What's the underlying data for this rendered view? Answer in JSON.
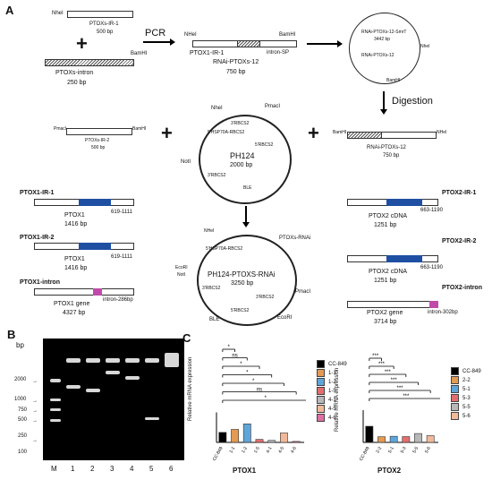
{
  "panels": {
    "a": "A",
    "b": "B",
    "c": "C"
  },
  "constructs": {
    "ptox_ir1": {
      "name": "PTOXs-IR-1",
      "size": "500 bp",
      "site": "NheI"
    },
    "ptox_intron": {
      "name": "PTOXs-intron",
      "size": "250 bp",
      "site": "BamHI"
    },
    "pcr": "PCR",
    "rnai12": {
      "name": "RNAi-PTOXs-12",
      "size": "750 bp",
      "left_site": "NHeI",
      "right_site": "BamHI",
      "part1": "PTOX1-IR-1",
      "part2": "intron-SP"
    },
    "smt": {
      "name": "RNAi-PTOXs-12-SmrT",
      "size": "3442 bp",
      "insert": "RNAi-PTOXs-12",
      "site1": "NheI",
      "site2": "BamHI"
    },
    "digestion": "Digestion",
    "ptox_ir2": {
      "name": "PTOXs-IR-2",
      "size": "500 bp",
      "left_site": "PmacI",
      "right_site": "BamHI"
    },
    "ph124": {
      "name": "PH124",
      "size": "2000 bp",
      "labels": [
        "PmacI",
        "NheI",
        "3'RBCS2",
        "5'HSP70A-RBCS2",
        "5'RBCS2",
        "NotI",
        "3'RBCS2",
        "BLE"
      ]
    },
    "rnai12b": {
      "name": "RNAi-PTOXs-12",
      "size": "750 bp",
      "left_site": "BamHI",
      "right_site": "NHeI"
    },
    "final": {
      "name": "PH124-PTOXS-RNAi",
      "size": "3250 bp",
      "labels": [
        "NHeI",
        "5'HSP70A-RBCS2",
        "EcoRI",
        "NotI",
        "3'RBCS2",
        "BLE",
        "5'RBCS2",
        "PTOXs-RNAi",
        "3'RBCS2",
        "PmacI",
        "EcoRI"
      ]
    }
  },
  "ptox1_panels": [
    {
      "title": "PTOX1-IR-1",
      "gene": "PTOX1",
      "size": "1416 bp",
      "range": "619-1111"
    },
    {
      "title": "PTOX1-IR-2",
      "gene": "PTOX1",
      "size": "1416 bp",
      "range": "619-1111"
    },
    {
      "title": "PTOX1-intron",
      "gene": "PTOX1 gene",
      "size": "4327 bp",
      "range": "intron-286bp"
    }
  ],
  "ptox2_panels": [
    {
      "title": "PTOX2-IR-1",
      "gene": "PTOX2 cDNA",
      "size": "1251 bp",
      "range": "663-1190"
    },
    {
      "title": "PTOX2-IR-2",
      "gene": "PTOX2 cDNA",
      "size": "1251 bp",
      "range": "663-1190"
    },
    {
      "title": "PTOX2-intron",
      "gene": "PTOX2 gene",
      "size": "3714 bp",
      "range": "intron-302bp"
    }
  ],
  "gel": {
    "unit": "bp",
    "markers": [
      "2000",
      "1000",
      "750",
      "500",
      "250",
      "100"
    ],
    "lanes": [
      "M",
      "1",
      "2",
      "3",
      "4",
      "5",
      "6"
    ]
  },
  "chart_data": [
    {
      "type": "bar",
      "xlabel": "PTOX1",
      "ylabel": "Relative mRNA expression",
      "categories": [
        "CC-849",
        "1-1",
        "1-2",
        "1-5",
        "4-1",
        "4-5",
        "4-6"
      ],
      "values": [
        1.0,
        1.3,
        1.85,
        0.3,
        0.2,
        0.95,
        0.1
      ],
      "colors": [
        "#000000",
        "#e39a52",
        "#5fa5d9",
        "#e46e6e",
        "#b8b8b8",
        "#f1b99a",
        "#e06fa5"
      ],
      "ylim": [
        0,
        3
      ],
      "significance": [
        "*",
        "ns",
        "*",
        "*",
        "*",
        "ns",
        "*"
      ],
      "significance_order": [
        "*",
        "ns",
        "*",
        "*",
        "*",
        "ns",
        "*"
      ]
    },
    {
      "type": "bar",
      "xlabel": "PTOX2",
      "ylabel": "Relative mRNA expression",
      "categories": [
        "CC-849",
        "2-2",
        "5-1",
        "5-3",
        "5-5",
        "5-6"
      ],
      "values": [
        1.0,
        0.35,
        0.38,
        0.36,
        0.55,
        0.42
      ],
      "colors": [
        "#000000",
        "#e39a52",
        "#5fa5d9",
        "#e46e6e",
        "#b8b8b8",
        "#f1b99a"
      ],
      "ylim": [
        0,
        2
      ],
      "significance_order": [
        "***",
        "***",
        "***",
        "***",
        "***",
        "***"
      ]
    }
  ]
}
